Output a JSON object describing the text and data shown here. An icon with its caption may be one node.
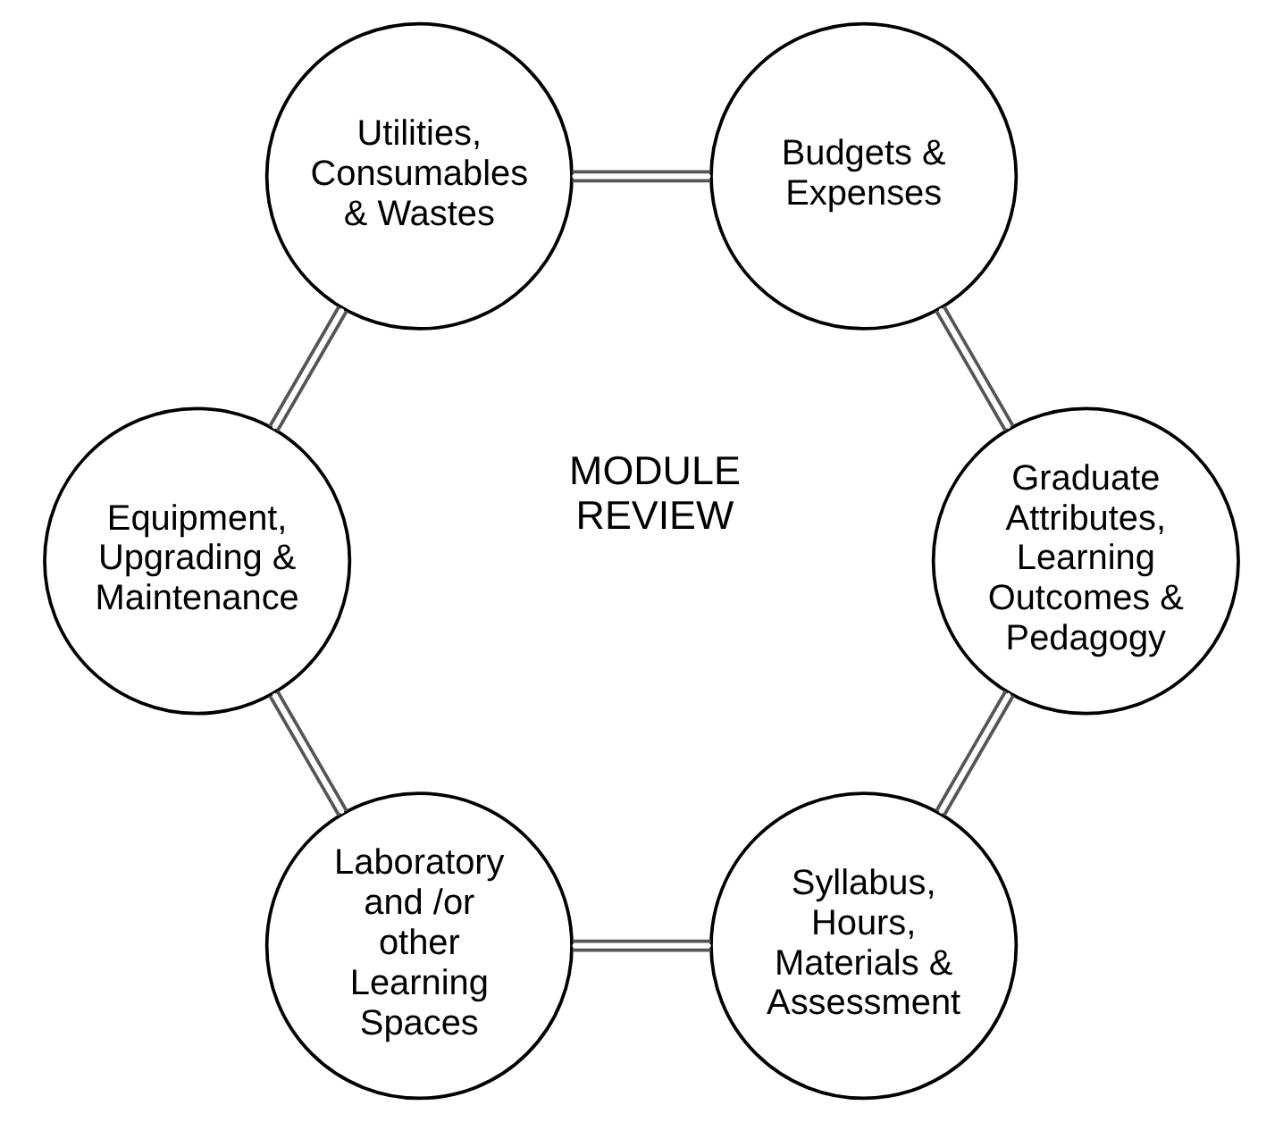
{
  "diagram": {
    "nodes": [
      {
        "text": [
          "Syllabus, Hours, Materials & Assessment"
        ]
      },
      {
        "text": [
          "Laboratory and /or other Learning Spaces"
        ]
      },
      {
        "text": [
          "Graduate Attributes, Learning Outcomes & Pedagogy"
        ]
      },
      {
        "text": [
          "Equipment, Upgrading & Maintenance"
        ]
      },
      {
        "text": [
          "Budgets & Expenses"
        ]
      },
      {
        "text": [
          "Utilities, Consumables & Wastes"
        ]
      }
    ],
    "edges": [
      {
        "from": 0,
        "to": 1,
        "arrow": "none"
      },
      {
        "from": 1,
        "to": 3,
        "arrow": "none"
      },
      {
        "from": 3,
        "to": 5,
        "arrow": "none"
      },
      {
        "from": 5,
        "to": 4,
        "arrow": "none"
      },
      {
        "from": 4,
        "to": 2,
        "arrow": "none"
      },
      {
        "from": 2,
        "to": 0,
        "arrow": "none"
      }
    ],
    "labels": [
      "MODULE REVIEW"
    ]
  }
}
